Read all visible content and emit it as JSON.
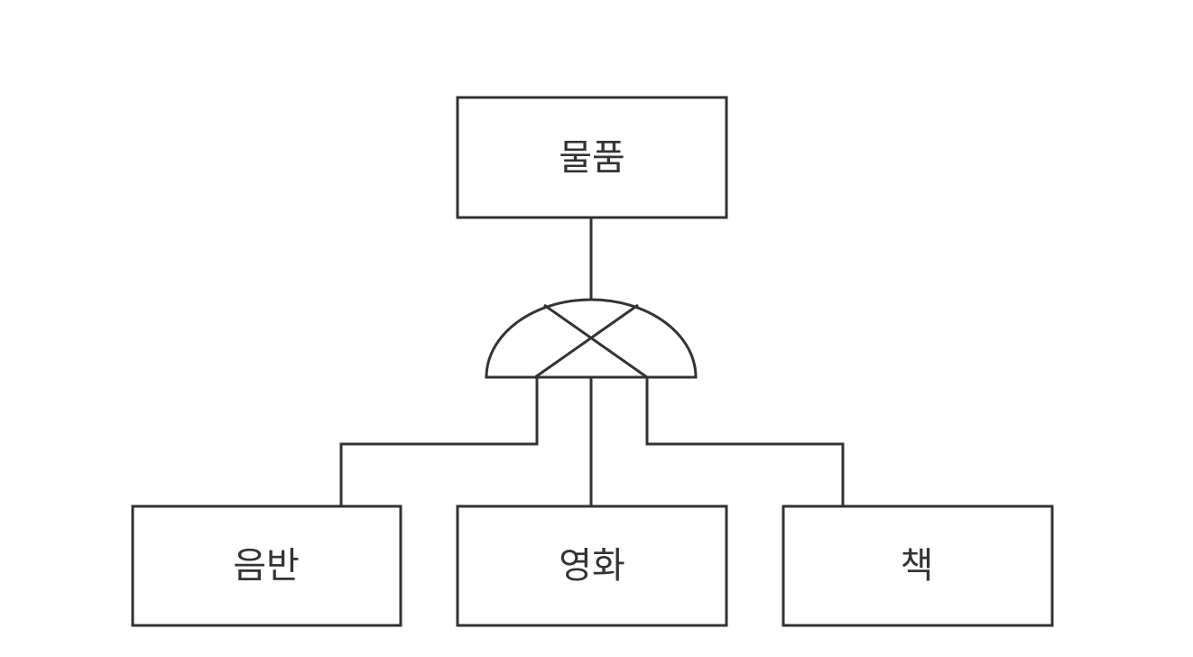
{
  "diagram": {
    "parent": {
      "label": "물품"
    },
    "gate": {
      "icon": "disjoint-cross-icon"
    },
    "children": [
      {
        "label": "음반"
      },
      {
        "label": "영화"
      },
      {
        "label": "책"
      }
    ],
    "colors": {
      "stroke": "#333333",
      "background": "#ffffff"
    }
  }
}
